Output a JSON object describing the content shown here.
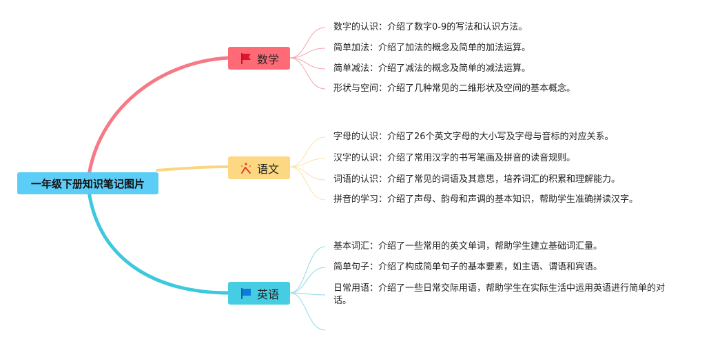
{
  "root": {
    "label": "一年级下册知识笔记图片",
    "color": "#5bcdf7"
  },
  "branches": [
    {
      "label": "数学",
      "icon": "red-flag-icon",
      "color": "#fe6b77",
      "line": "#f47a86",
      "items": [
        "数字的认识：介绍了数字0-9的写法和认识方法。",
        "简单加法：介绍了加法的概念及简单的加法运算。",
        "简单减法：介绍了减法的概念及简单的减法运算。",
        "形状与空间：介绍了几种常见的二维形状及空间的基本概念。"
      ]
    },
    {
      "label": "语文",
      "icon": "sparkle-icon",
      "color": "#fcd883",
      "line": "#fad582",
      "items": [
        "字母的认识：介绍了26个英文字母的大小写及字母与音标的对应关系。",
        "汉字的认识：介绍了常用汉字的书写笔画及拼音的读音规则。",
        "词语的认识：介绍了常见的词语及其意思，培养词汇的积累和理解能力。",
        "拼音的学习：介绍了声母、韵母和声调的基本知识，帮助学生准确拼读汉字。"
      ]
    },
    {
      "label": "英语",
      "icon": "blue-flag-icon",
      "color": "#45cde3",
      "line": "#3ec8de",
      "items": [
        "基本词汇：介绍了一些常用的英文单词，帮助学生建立基础词汇量。",
        "简单句子：介绍了构成简单句子的基本要素，如主语、谓语和宾语。",
        "日常用语：介绍了一些日常交际用语，帮助学生在实际生活中运用英语进行简单的对话。"
      ]
    }
  ]
}
